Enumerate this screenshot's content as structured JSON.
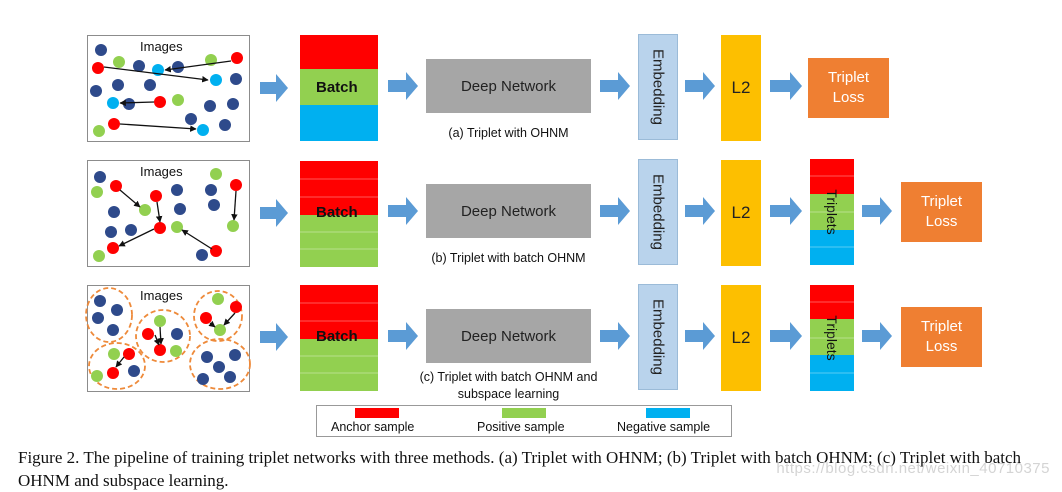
{
  "colors": {
    "anchor": "#ff0000",
    "positive": "#92d050",
    "negative": "#00b0f0",
    "dark_dot": "#2e4a8b",
    "arrow": "#5b9bd5",
    "deep_network": "#a6a6a6",
    "embedding": "#b9d3ec",
    "l2": "#fdbf00",
    "triplet_loss": "#ef7f32"
  },
  "rows": [
    {
      "images_label": "Images",
      "batch_label": "Batch",
      "deep_network_label": "Deep Network",
      "caption": "(a) Triplet with OHNM",
      "embedding_label": "Embedding",
      "l2_label": "L2",
      "loss_line1": "Triplet",
      "loss_line2": "Loss"
    },
    {
      "images_label": "Images",
      "batch_label": "Batch",
      "deep_network_label": "Deep Network",
      "caption": "(b) Triplet with batch OHNM",
      "embedding_label": "Embedding",
      "l2_label": "L2",
      "triplets_label": "Triplets",
      "loss_line1": "Triplet",
      "loss_line2": "Loss"
    },
    {
      "images_label": "Images",
      "batch_label": "Batch",
      "deep_network_label": "Deep Network",
      "caption_line1": "(c) Triplet with batch OHNM and",
      "caption_line2": "subspace learning",
      "embedding_label": "Embedding",
      "l2_label": "L2",
      "triplets_label": "Triplets",
      "loss_line1": "Triplet",
      "loss_line2": "Loss"
    }
  ],
  "legend": {
    "anchor": "Anchor sample",
    "positive": "Positive sample",
    "negative": "Negative sample"
  },
  "figure_caption": "Figure 2. The pipeline of training triplet networks with three methods. (a) Triplet with OHNM; (b) Triplet with batch OHNM; (c) Triplet with batch OHNM and subspace learning.",
  "watermark": "https://blog.csdn.net/weixin_40710375"
}
